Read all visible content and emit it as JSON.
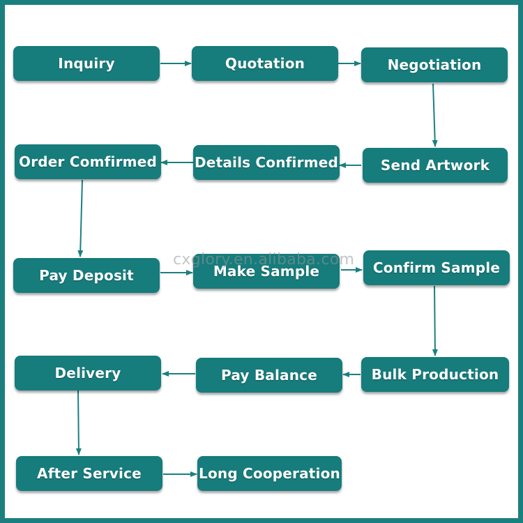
{
  "colors": {
    "box": "#167c7c",
    "border": "#1b7f7f",
    "arrow": "#1b7f7f",
    "text": "#ffffff"
  },
  "steps": [
    "Inquiry",
    "Quotation",
    "Negotiation",
    "Send Artwork",
    "Details Confirmed",
    "Order Comfirmed",
    "Pay Deposit",
    "Make Sample",
    "Confirm Sample",
    "Bulk Production",
    "Pay Balance",
    "Delivery",
    "After Service",
    "Long Cooperation"
  ],
  "watermark": "cxglory.en.alibaba.com"
}
